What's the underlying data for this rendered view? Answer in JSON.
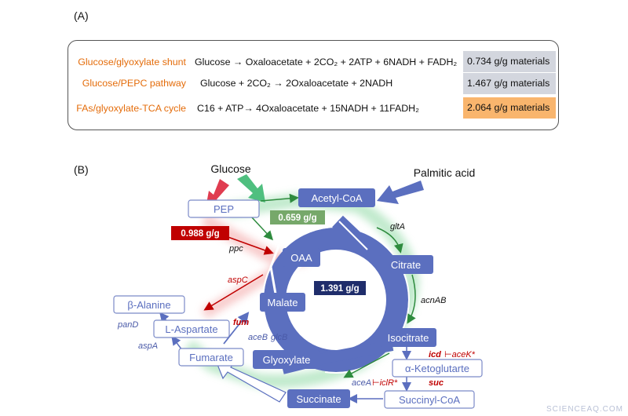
{
  "panel_a": {
    "label": "(A)",
    "rows": [
      {
        "name": "Glucose/glyoxylate shunt",
        "equation": "Glucose → Oxaloacetate + 2CO₂ + 2ATP + 6NADH + FADH₂",
        "yield": "0.734 g/g materials",
        "yield_color": "#d3d6de"
      },
      {
        "name": "Glucose/PEPC pathway",
        "equation": "Glucose + 2CO₂ → 2Oxaloacetate + 2NADH",
        "yield": "1.467 g/g materials",
        "yield_color": "#d3d6de"
      },
      {
        "name": "FAs/glyoxylate-TCA cycle",
        "equation": "C16 + ATP→ 4Oxaloacetate + 15NADH + 11FADH₂",
        "yield": "2.064 g/g materials",
        "yield_color": "#f9b56d"
      }
    ]
  },
  "panel_b": {
    "label": "(B)",
    "substrates": {
      "glucose": "Glucose",
      "palmitic": "Palmitic acid"
    },
    "metabolites": {
      "acetyl_coa": "Acetyl-CoA",
      "pep": "PEP",
      "oaa": "OAA",
      "citrate": "Citrate",
      "malate": "Malate",
      "isocitrate": "Isocitrate",
      "glyoxylate": "Glyoxylate",
      "fumarate": "Fumarate",
      "succinate": "Succinate",
      "akg": "α-Ketoglutarte",
      "succinyl_coa": "Succinyl-CoA",
      "aspartate": "L-Aspartate",
      "alanine": "β-Alanine"
    },
    "genes": {
      "gltA": "gltA",
      "ppc": "ppc",
      "acnAB": "acnAB",
      "aspC": "aspC",
      "fum": "fum",
      "aceB": "aceB",
      "glcB": "glcB",
      "icd": "icd",
      "aceK": "⊢aceK*",
      "aceA": "aceA",
      "iclR": "⊢iclR*",
      "suc": "suc",
      "panD": "panD",
      "aspA": "aspA"
    },
    "yields": {
      "green": "0.659 g/g",
      "red": "0.988 g/g",
      "blue": "1.391 g/g"
    },
    "colors": {
      "node": "#5b6fbf",
      "green": "#2e8b3e",
      "red": "#c00000",
      "blue_text": "#4a5aa8",
      "dark_navy": "#1f2d6b"
    }
  },
  "watermark": "SCIENCEAQ.COM"
}
